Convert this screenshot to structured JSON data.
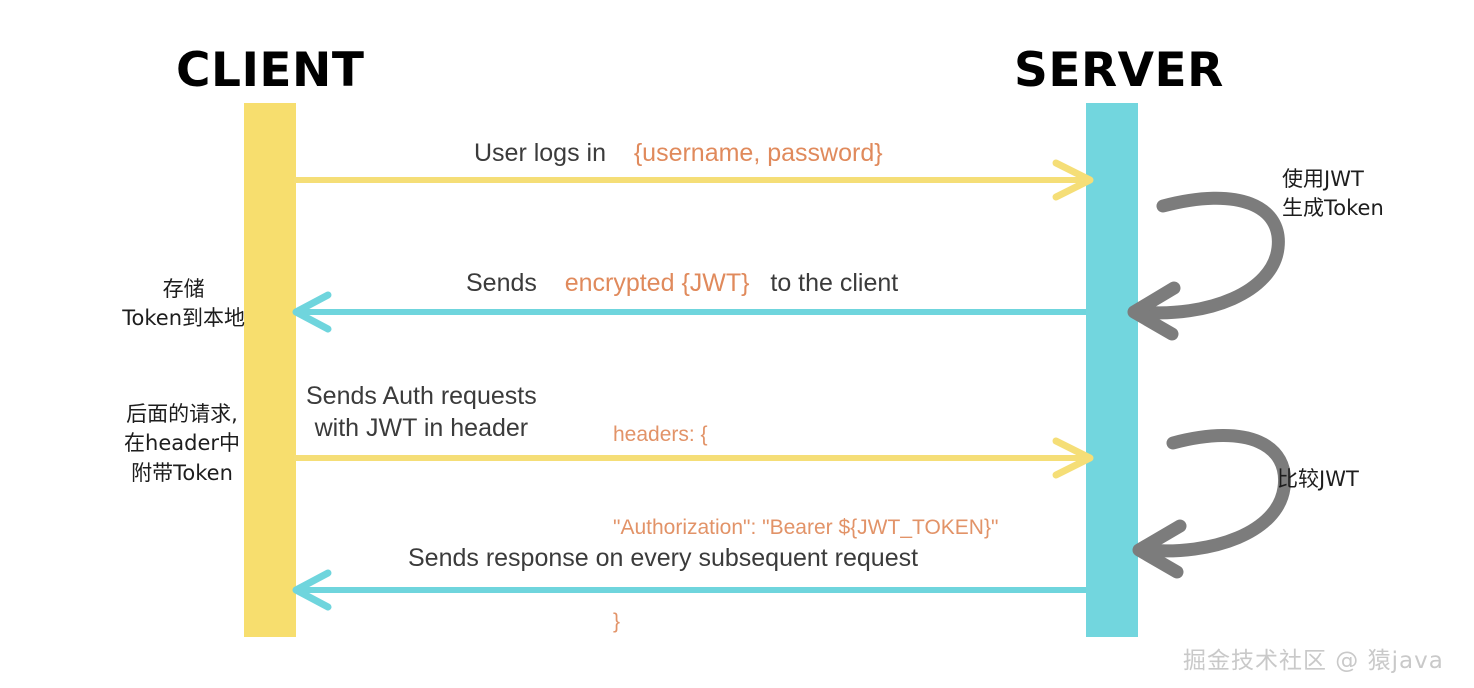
{
  "diagram": {
    "title": "JWT authentication sequence diagram",
    "actors": {
      "client": "CLIENT",
      "server": "SERVER"
    },
    "colors": {
      "client_lifeline": "#F7DE6E",
      "server_lifeline": "#72D6DE",
      "yellow_arrow": "#F5DE77",
      "cyan_arrow": "#6FD5DD",
      "gray_arrow": "#7C7C7C",
      "highlight_text": "#E08A5C",
      "body_text": "#3b3b3b",
      "watermark": "#c9c9c9"
    },
    "messages": [
      {
        "id": "login",
        "direction": "client-to-server",
        "color": "#F5DE77",
        "text_plain": "User logs in",
        "text_highlight": "{username, password}"
      },
      {
        "id": "jwt-response",
        "direction": "server-to-client",
        "color": "#6FD5DD",
        "text_pre": "Sends",
        "text_highlight": "encrypted {JWT}",
        "text_post": "to the client"
      },
      {
        "id": "auth-request",
        "direction": "client-to-server",
        "color": "#F5DE77",
        "line1": "Sends Auth requests",
        "line2": "with JWT in header"
      },
      {
        "id": "subsequent-response",
        "direction": "server-to-client",
        "color": "#6FD5DD",
        "text_plain": "Sends response on every subsequent request"
      }
    ],
    "code_block": {
      "id": "auth-headers",
      "line1": "headers: {",
      "line2": "\"Authorization\": \"Bearer ${JWT_TOKEN}\"",
      "line3": "}"
    },
    "annotations": {
      "store_token": {
        "line1": "存储",
        "line2": "Token到本地"
      },
      "later_requests": {
        "line1": "后面的请求,",
        "line2": "在header中",
        "line3": "附带Token"
      },
      "generate_token": {
        "line1": "使用JWT",
        "line2": "生成Token"
      },
      "compare_jwt": {
        "line1": "比较JWT"
      }
    },
    "watermark": "掘金技术社区 @ 猿java"
  }
}
